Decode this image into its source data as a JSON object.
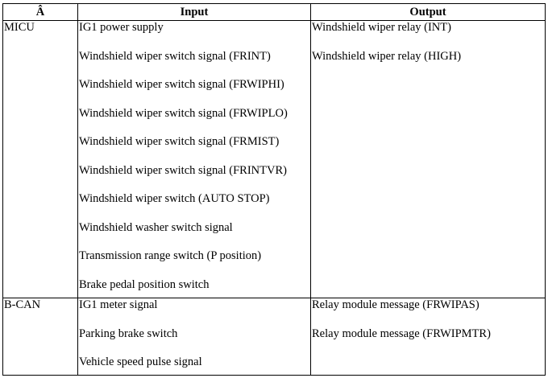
{
  "table": {
    "headers": [
      "Â",
      "Input",
      "Output"
    ],
    "rows": [
      {
        "unit": "MICU",
        "inputs": [
          "IG1 power supply",
          "Windshield wiper switch signal (FRINT)",
          "Windshield wiper switch signal (FRWIPHI)",
          "Windshield wiper switch signal (FRWIPLO)",
          "Windshield wiper switch signal (FRMIST)",
          "Windshield wiper switch signal (FRINTVR)",
          "Windshield wiper switch (AUTO STOP)",
          "Windshield washer switch signal",
          "Transmission range switch (P position)",
          "Brake pedal position switch"
        ],
        "outputs": [
          "Windshield wiper relay (INT)",
          "Windshield wiper relay (HIGH)"
        ]
      },
      {
        "unit": "B-CAN",
        "inputs": [
          "IG1 meter signal",
          "Parking brake switch",
          "Vehicle speed pulse signal"
        ],
        "outputs": [
          "Relay module message (FRWIPAS)",
          "Relay module message (FRWIPMTR)"
        ]
      }
    ]
  }
}
